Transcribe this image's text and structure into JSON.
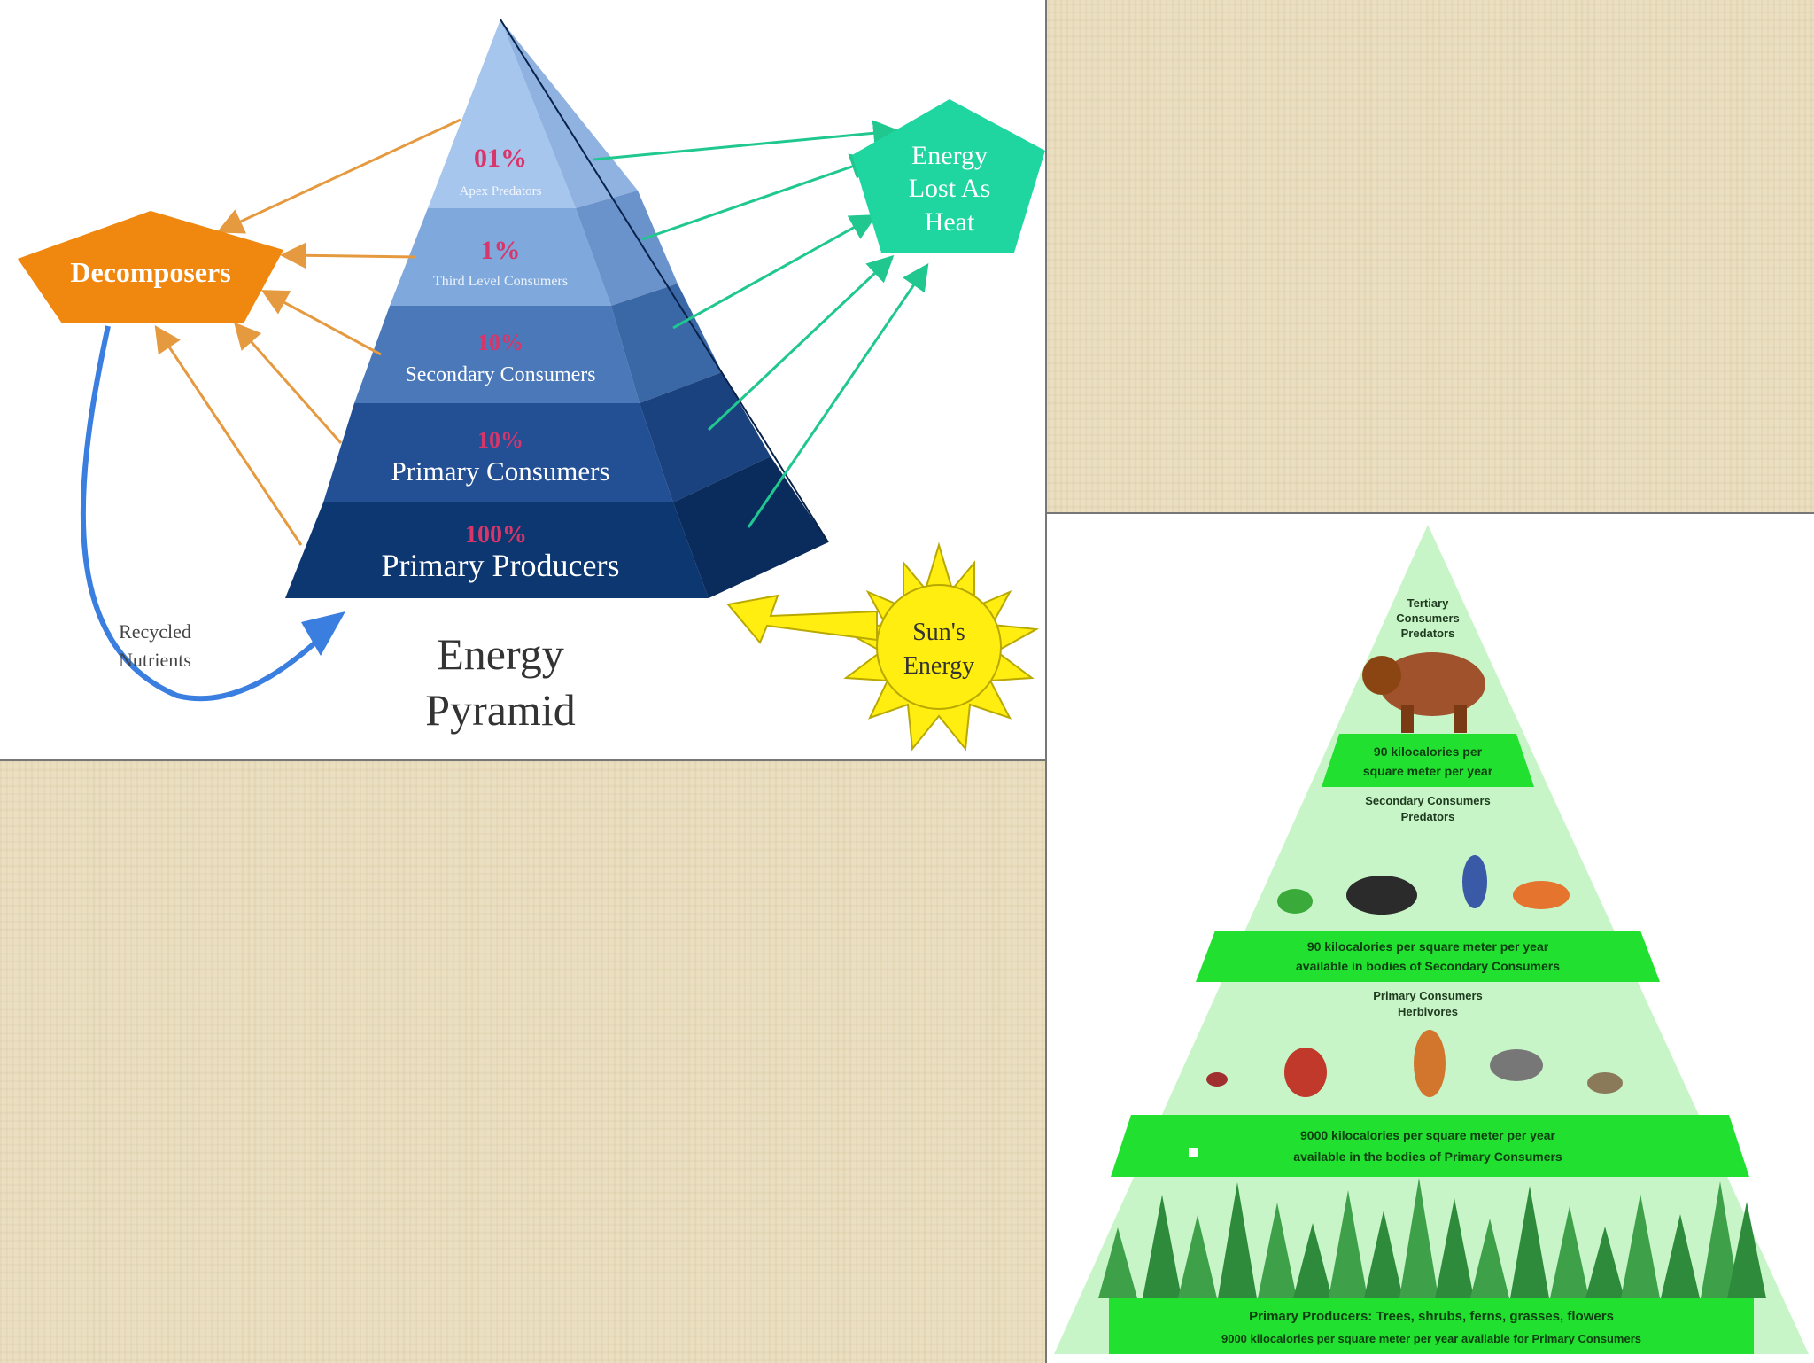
{
  "left_diagram": {
    "title_line1": "Energy",
    "title_line2": "Pyramid",
    "levels": [
      {
        "percent": "01%",
        "label": "Apex Predators"
      },
      {
        "percent": "1%",
        "label": "Third Level Consumers"
      },
      {
        "percent": "10%",
        "label": "Secondary Consumers"
      },
      {
        "percent": "10%",
        "label": "Primary Consumers"
      },
      {
        "percent": "100%",
        "label": "Primary Producers"
      }
    ],
    "decomposers_label": "Decomposers",
    "heat_label_lines": [
      "Energy",
      "Lost As",
      "Heat"
    ],
    "sun_label_lines": [
      "Sun's",
      "Energy"
    ],
    "recycled_label_lines": [
      "Recycled",
      "Nutrients"
    ],
    "colors": {
      "decomposers": "#f0870f",
      "heat": "#1fd6a0",
      "sun": "#ffee10",
      "tier_dark": "#0d3770",
      "tier_light": "#a6c6ee",
      "percent_text": "#d8356a"
    }
  },
  "right_diagram": {
    "tertiary_heading": [
      "Tertiary",
      "Consumers",
      "Predators"
    ],
    "secondary_heading": [
      "Secondary Consumers",
      "Predators"
    ],
    "primary_heading": [
      "Primary Consumers",
      "Herbivores"
    ],
    "band_tertiary": [
      "90 kilocalories per",
      "square meter per year"
    ],
    "band_secondary": [
      "90 kilocalories per square meter per year",
      "available in bodies of Secondary Consumers"
    ],
    "band_primary": [
      "9000 kilocalories per square meter per year",
      "available in the bodies of Primary Consumers"
    ],
    "band_producers": [
      "Primary Producers:  Trees, shrubs, ferns, grasses, flowers",
      "9000 kilocalories per square meter per year available for Primary Consumers"
    ],
    "colors": {
      "band": "#22e030",
      "pyramid": "#c8f5c8",
      "tree": "#2e8b3c"
    }
  }
}
